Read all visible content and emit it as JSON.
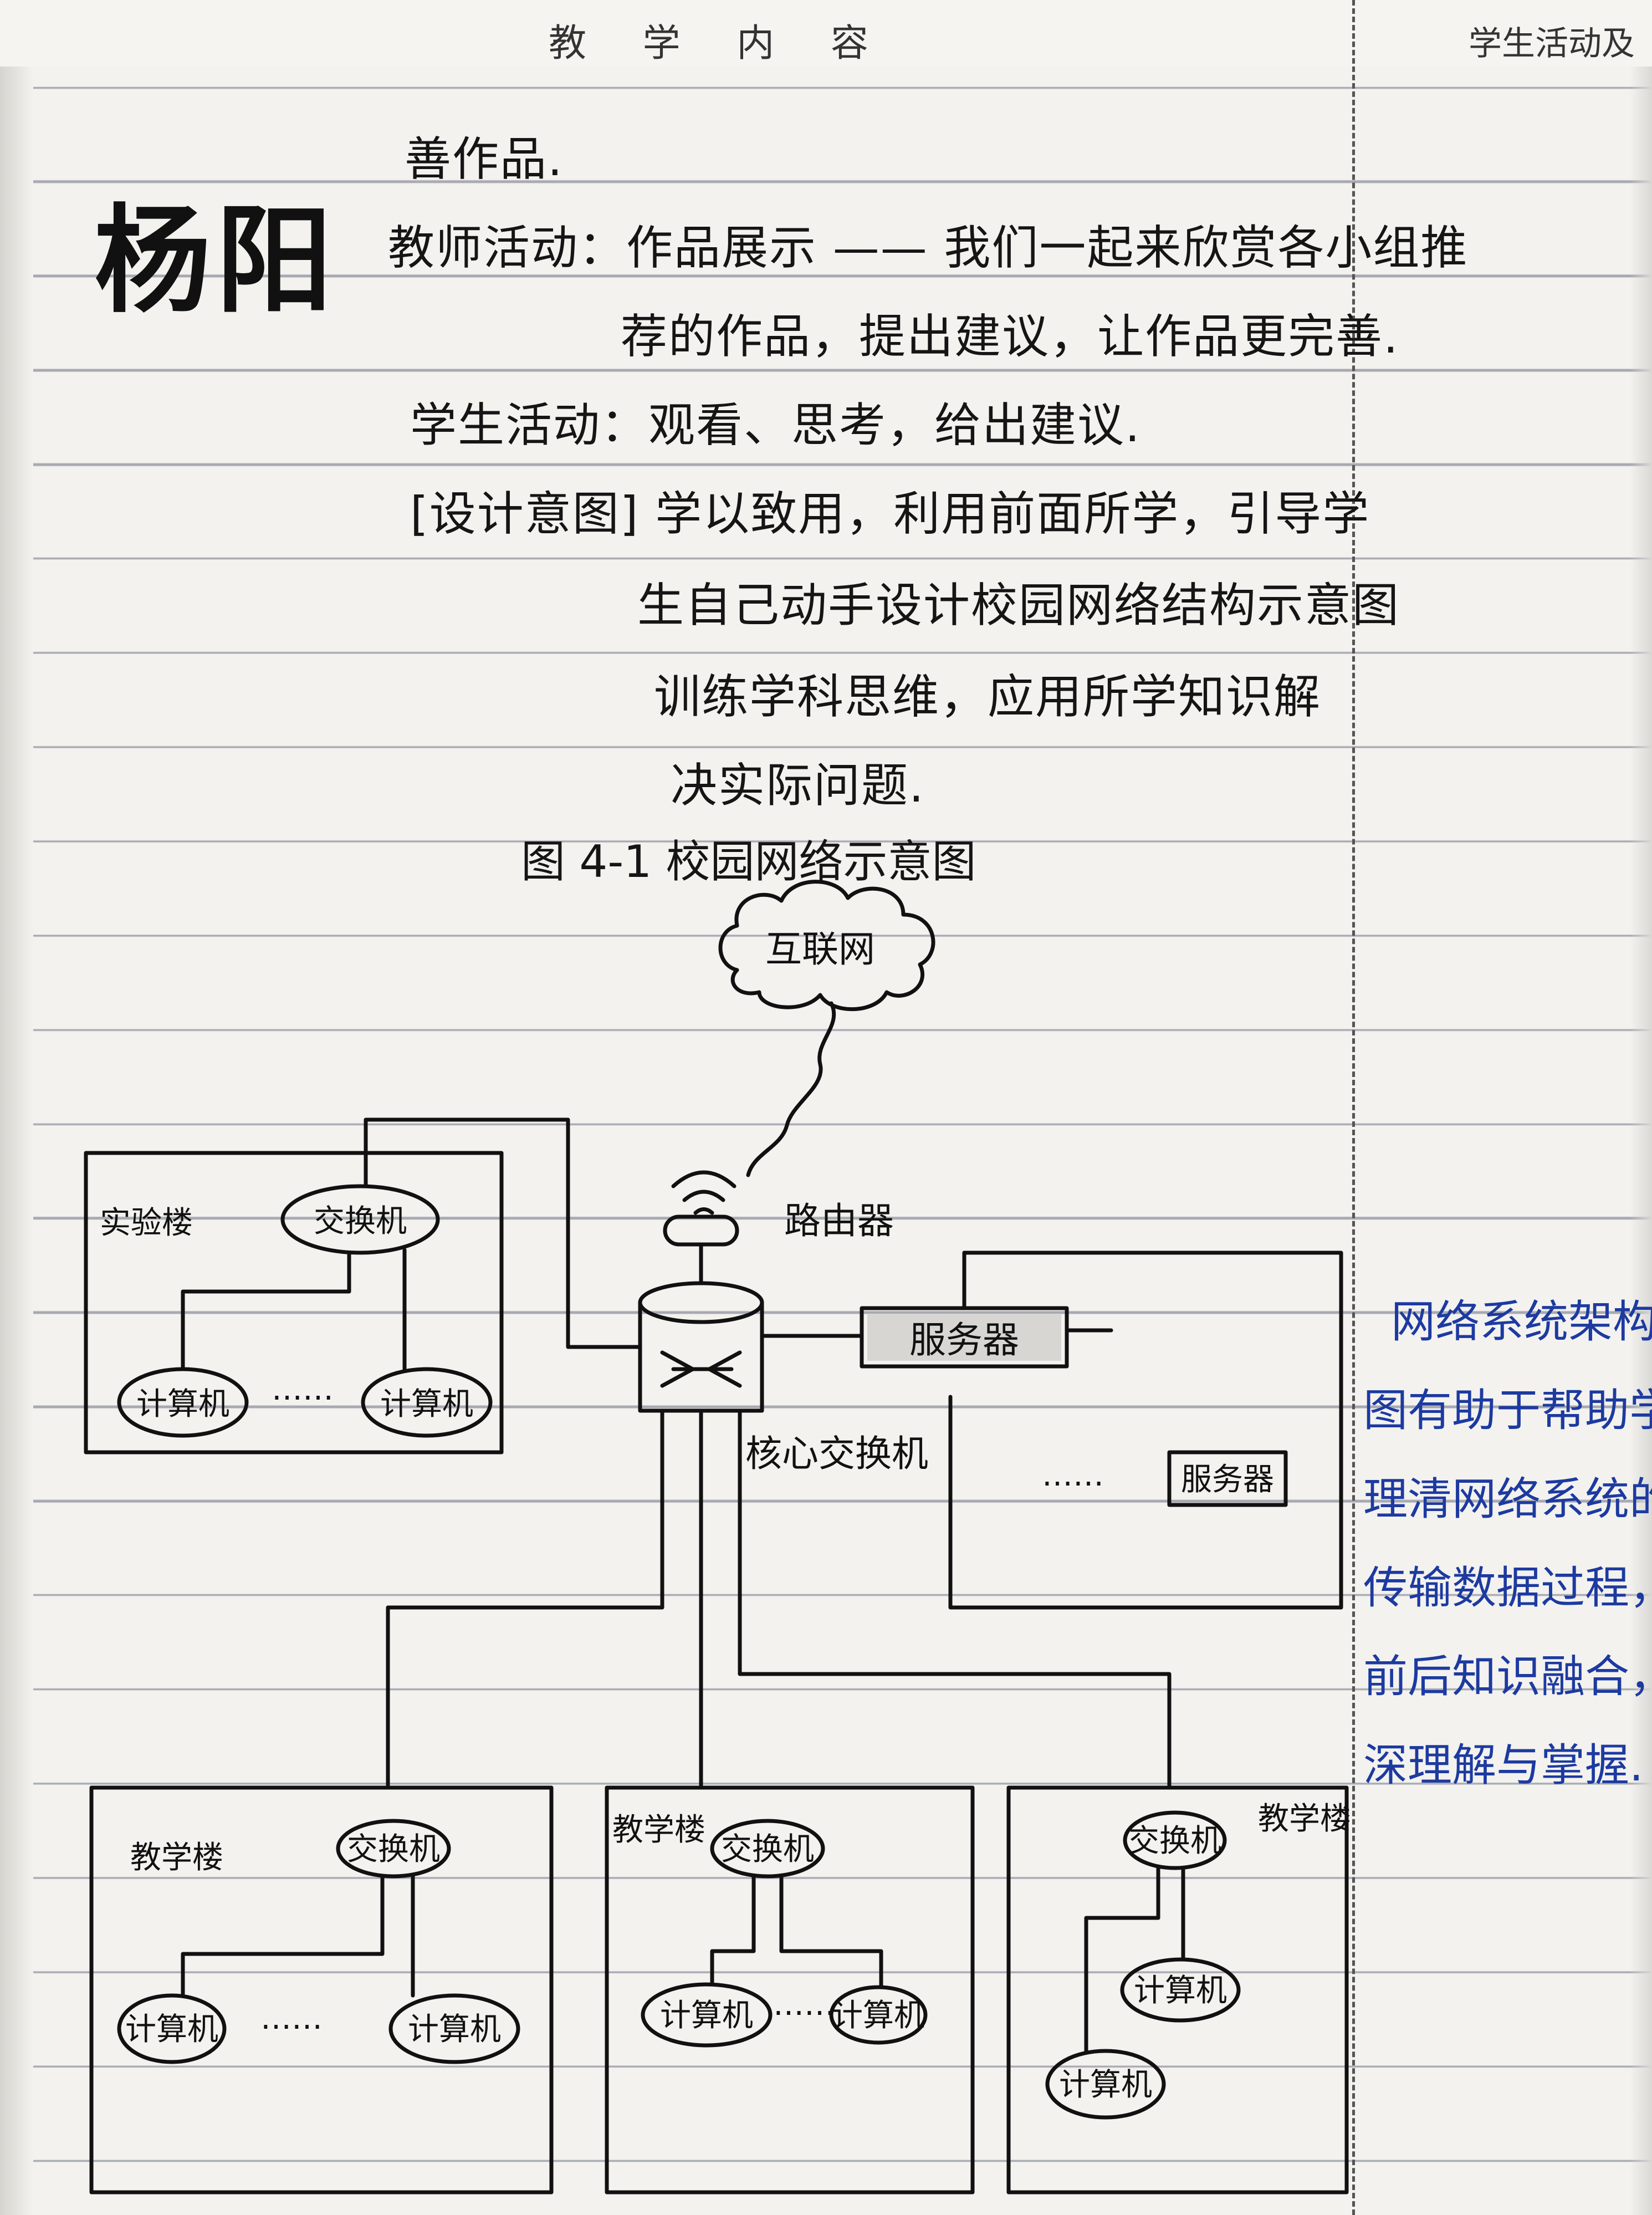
{
  "header": {
    "col_teaching_content": "教 学 内 容",
    "col_student_activity": "学生活动及",
    "faded_left": "",
    "faded_right": "学生活动及教学反思"
  },
  "author_name": "杨阳",
  "body_lines": [
    "善作品.",
    "教师活动：作品展示 —— 我们一起来欣赏各小组推",
    "荐的作品，提出建议，让作品更完善.",
    "学生活动：观看、思考，给出建议.",
    "[设计意图] 学以致用，利用前面所学，引导学",
    "生自己动手设计校园网络结构示意图",
    "训练学科思维，应用所学知识解",
    "决实际问题."
  ],
  "figure": {
    "caption": "图 4-1   校园网络示意图",
    "internet": "互联网",
    "router": "路由器",
    "core_switch": "核心交换机",
    "server_main": "服务器",
    "server_secondary": "服务器",
    "ellipsis": "……",
    "lab_building": {
      "name": "实验楼",
      "switch": "交换机",
      "computer_left": "计算机",
      "computer_right": "计算机",
      "ellipsis": "……"
    },
    "teaching_building_1": {
      "name": "教学楼",
      "switch": "交换机",
      "computer_left": "计算机",
      "computer_right": "计算机",
      "ellipsis": "……"
    },
    "teaching_building_2": {
      "name": "教学楼",
      "switch": "交换机",
      "computer_left": "计算机",
      "computer_right": "计算机",
      "ellipsis": "……"
    },
    "teaching_building_3": {
      "name": "教学楼",
      "switch": "交换机",
      "computer_top": "计算机",
      "computer_bottom": "计算机"
    }
  },
  "reflection_lines": [
    "网络系统架构",
    "图有助于帮助学生",
    "理清网络系统的",
    "传输数据过程，在",
    "前后知识融合，加",
    "深理解与掌握."
  ],
  "colors": {
    "ink": "#151515",
    "blue_ink": "#1d3aa0",
    "ruled_line": "#a7a9b2",
    "paper": "#f3f2ef"
  }
}
